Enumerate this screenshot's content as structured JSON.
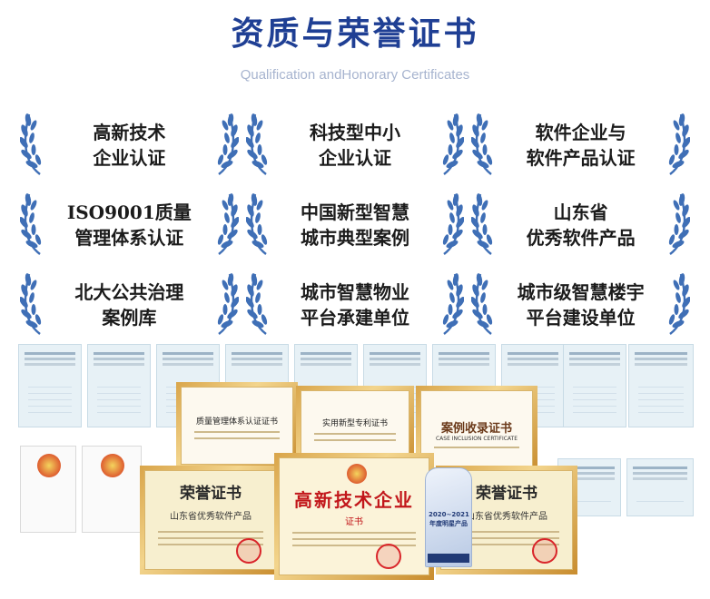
{
  "header": {
    "title": "资质与荣誉证书",
    "subtitle": "Qualification andHonorary Certificates"
  },
  "awards": [
    {
      "line1": "高新技术",
      "line2": "企业认证"
    },
    {
      "line1": "科技型中小",
      "line2": "企业认证"
    },
    {
      "line1": "软件企业与",
      "line2": "软件产品认证"
    },
    {
      "line1": "ISO9001质量",
      "line2": "管理体系认证"
    },
    {
      "line1": "中国新型智慧",
      "line2": "城市典型案例"
    },
    {
      "line1": "山东省",
      "line2": "优秀软件产品"
    },
    {
      "line1": "北大公共治理",
      "line2": "案例库"
    },
    {
      "line1": "城市智慧物业",
      "line2": "平台承建单位"
    },
    {
      "line1": "城市级智慧楼宇",
      "line2": "平台建设单位"
    }
  ],
  "certificates": {
    "iso_title": "质量管理体系认证证书",
    "patent_title": "实用新型专利证书",
    "case_title": "案例收录证书",
    "case_subtitle": "CASE INCLUSION CERTIFICATE",
    "honor_left_title": "荣誉证书",
    "honor_left_sub": "山东省优秀软件产品",
    "hightech_title": "高新技术企业",
    "hightech_sub": "证书",
    "honor_right_title": "荣誉证书",
    "honor_right_sub": "山东省优秀软件产品",
    "trophy_text": "2020~2021 年度明星产品"
  },
  "colors": {
    "title": "#1f3f94",
    "subtitle": "#a7b4cf",
    "wreath": "#3f6fb6",
    "gold": "#d9a54a",
    "red": "#b81d1d"
  }
}
